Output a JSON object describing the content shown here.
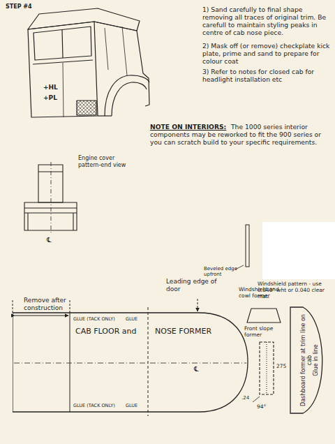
{
  "diagram": {
    "title": "STEP #4",
    "nodes": [
      {
        "text": [
          "CAB FLOOR and",
          "NOSE FORMER"
        ]
      },
      {
        "text": [
          "Dashboard former at trim line on cab",
          "Glue in line"
        ]
      }
    ],
    "labels": [
      "1) Sand carefully to final shape removing all traces of original trim. Be carefull to maintain styling peaks in centre of cab nose piece.",
      "2) Mask off (or remove) checkplate kick plate, prime and sand to prepare for colour coat",
      "3) Refer to notes for closed cab for headlight installation etc",
      "NOTE ON INTERIORS:",
      "The 1000 series interior components may be reworked to fit the 900 series or you can scratch build to your specific requirements.",
      "+HL",
      "+PL",
      "Engine cover pattern-end view",
      "℄",
      "Beveled edge upfront",
      "Windshield pattern - use 0.040\" wht or 0.040 clear mat.",
      "Leading edge of door",
      "Remove after construction",
      "GLUE (TACK ONLY)",
      "GLUE",
      "GLUE (TACK ONLY)",
      "GLUE",
      "℄",
      "Windshield and cowl former",
      "Front slope former",
      "275",
      ".24",
      "94°"
    ]
  }
}
